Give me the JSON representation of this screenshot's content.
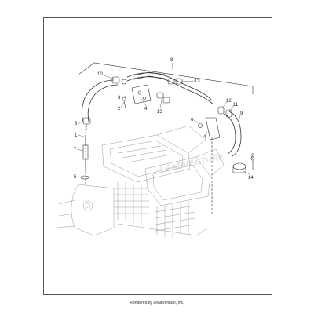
{
  "diagram": {
    "callouts": {
      "c1": "1",
      "c2a": "2",
      "c2b": "2",
      "c3a": "3",
      "c3b": "3",
      "c4a": "4",
      "c4b": "4",
      "c5": "5",
      "c6": "6",
      "c7": "7",
      "c8": "8",
      "c9": "9",
      "c10": "10",
      "c11": "11",
      "c12": "12",
      "c13a": "13",
      "c13b": "13",
      "c14": "14"
    },
    "watermark": "LEADVENTURE"
  },
  "footer": {
    "text": "Rendered by LeadVenture, Inc."
  }
}
